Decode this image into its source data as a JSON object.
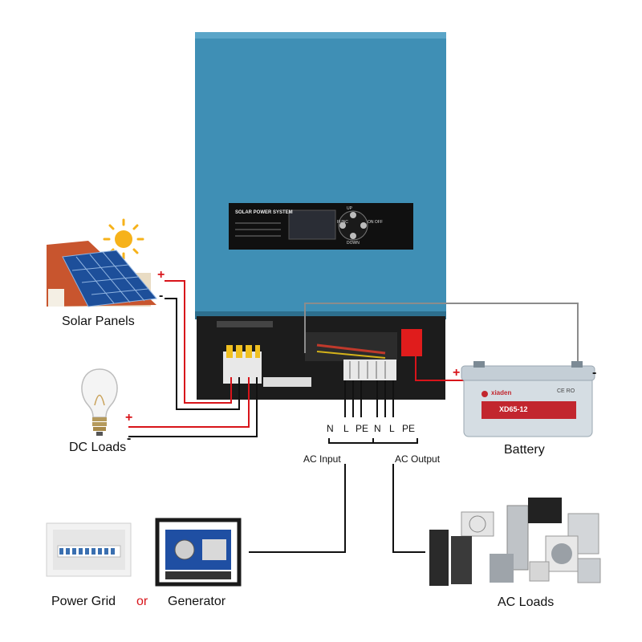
{
  "colors": {
    "inverter_body": "#3f8fb5",
    "inverter_dark": "#1c1c1c",
    "positive_wire": "#d8141a",
    "negative_wire": "#111111",
    "signal_wire": "#8c8c8c",
    "or_text": "#d8141a",
    "sun": "#f6b21a"
  },
  "inverter": {
    "panel_title": "SOLAR POWER SYSTEM",
    "buttons": [
      "UP",
      "FUNC",
      "DOWN",
      "ON OFF"
    ]
  },
  "battery": {
    "brand": "xiaden",
    "model": "XD65-12",
    "marks": "CE RO"
  },
  "labels": {
    "solar": "Solar Panels",
    "dc_loads": "DC Loads",
    "battery": "Battery",
    "ac_input": "AC Input",
    "ac_output": "AC Output",
    "power_grid": "Power Grid",
    "or": "or",
    "generator": "Generator",
    "ac_loads": "AC Loads"
  },
  "terminals": {
    "input": [
      "N",
      "L",
      "PE"
    ],
    "output": [
      "N",
      "L",
      "PE"
    ]
  },
  "polarity": {
    "plus": "+",
    "minus": "-"
  }
}
